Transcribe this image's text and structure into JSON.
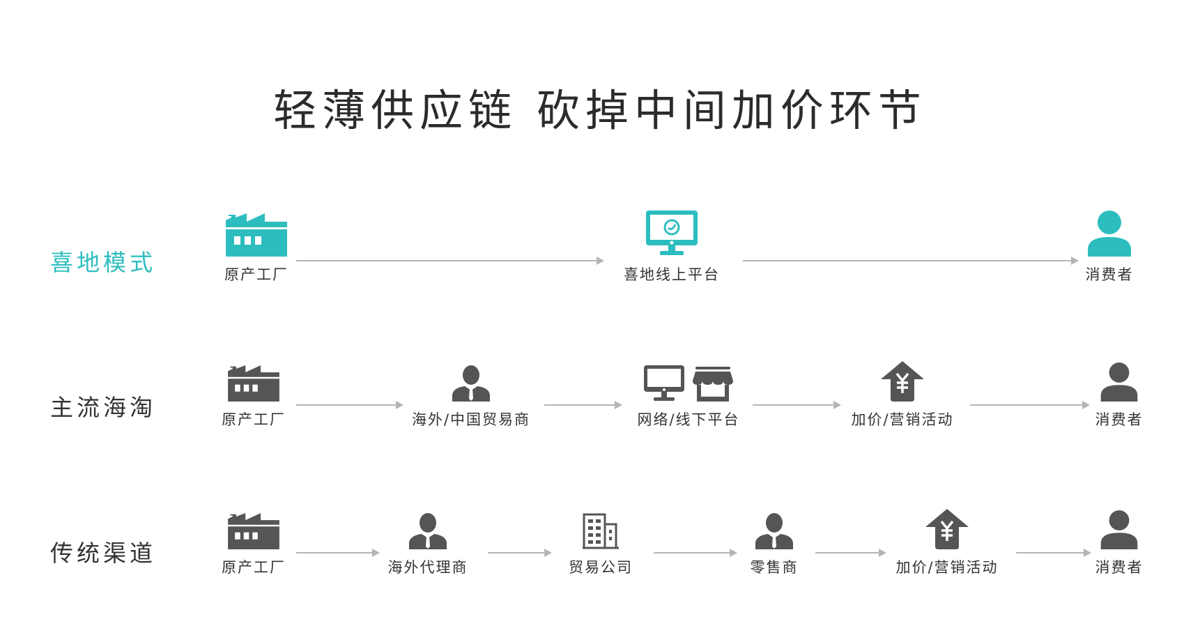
{
  "title": "轻薄供应链  砍掉中间加价环节",
  "colors": {
    "accent": "#2dbdbf",
    "icon_gray": "#555555",
    "arrow": "#b5b5b5"
  },
  "rows": [
    {
      "label": "喜地模式",
      "highlight": true,
      "nodes": [
        {
          "label": "原产工厂",
          "icon": "factory-icon"
        },
        {
          "label": "喜地线上平台",
          "icon": "monitor-logo-icon"
        },
        {
          "label": "消费者",
          "icon": "person-icon"
        }
      ]
    },
    {
      "label": "主流海淘",
      "highlight": false,
      "nodes": [
        {
          "label": "原产工厂",
          "icon": "factory-icon"
        },
        {
          "label": "海外/中国贸易商",
          "icon": "businessman-icon"
        },
        {
          "label": "网络/线下平台",
          "icon": "monitor-store-icon"
        },
        {
          "label": "加价/营销活动",
          "icon": "yen-up-arrow-icon"
        },
        {
          "label": "消费者",
          "icon": "person-icon"
        }
      ]
    },
    {
      "label": "传统渠道",
      "highlight": false,
      "nodes": [
        {
          "label": "原产工厂",
          "icon": "factory-icon"
        },
        {
          "label": "海外代理商",
          "icon": "businessman-icon"
        },
        {
          "label": "贸易公司",
          "icon": "building-icon"
        },
        {
          "label": "零售商",
          "icon": "businessman-icon"
        },
        {
          "label": "加价/营销活动",
          "icon": "yen-up-arrow-icon"
        },
        {
          "label": "消费者",
          "icon": "person-icon"
        }
      ]
    }
  ]
}
